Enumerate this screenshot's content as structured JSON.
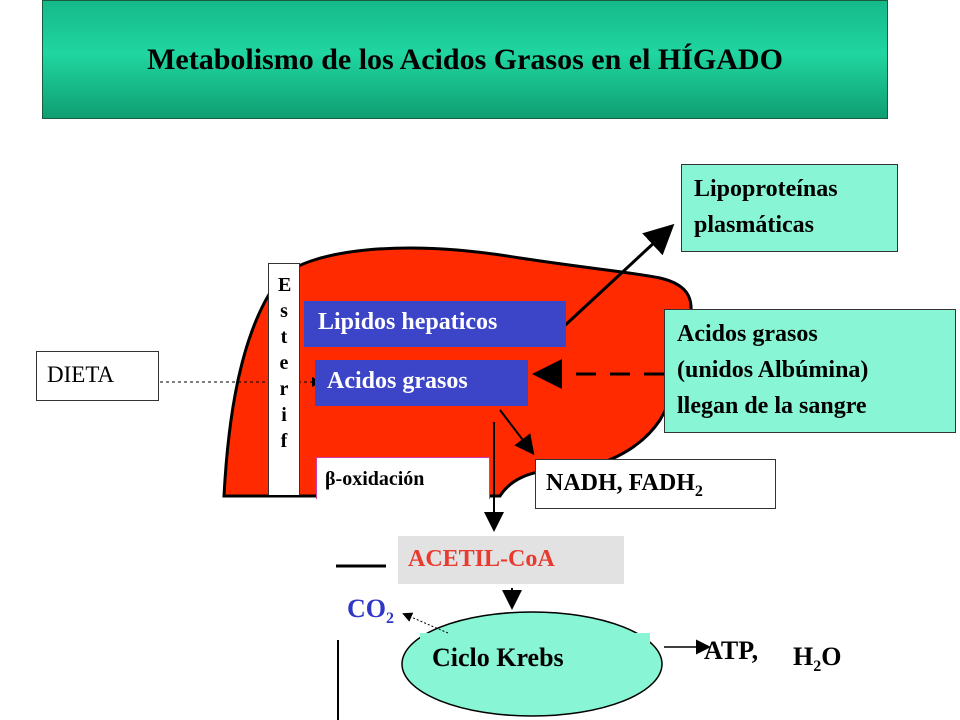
{
  "title": "Metabolismo  de los  Acidos Grasos  en el  HÍGADO",
  "nodes": {
    "lipoproteinas": [
      "Lipoproteínas",
      "plasmáticas"
    ],
    "acidos_grasos_albumina": [
      "Acidos grasos",
      "(unidos Albúmina)",
      "llegan de la sangre"
    ],
    "lipidos_hepaticos": "Lipidos hepaticos",
    "acidos_grasos": "Acidos grasos",
    "dieta": "DIETA",
    "beta_oxidacion": "β-oxidación",
    "nadh": {
      "text": "NADH, FADH",
      "sub": "2"
    },
    "acetil_coa": "ACETIL-CoA",
    "esterificacion": "Esterif",
    "co2": {
      "text": "CO",
      "sub": "2"
    },
    "ciclo_krebs": "Ciclo Krebs",
    "atp": "ATP,",
    "h2o": {
      "a": "H",
      "sub": "2",
      "b": "O"
    }
  },
  "colors": {
    "liver": "#ff2a00",
    "box_blue": "#3c44c8",
    "box_aqua": "#88f5d5",
    "krebs_fill": "#88f5d5",
    "acetil_text": "#e83a2e",
    "co2_text": "#2f38c4",
    "beta_border": "#d13aa8"
  }
}
